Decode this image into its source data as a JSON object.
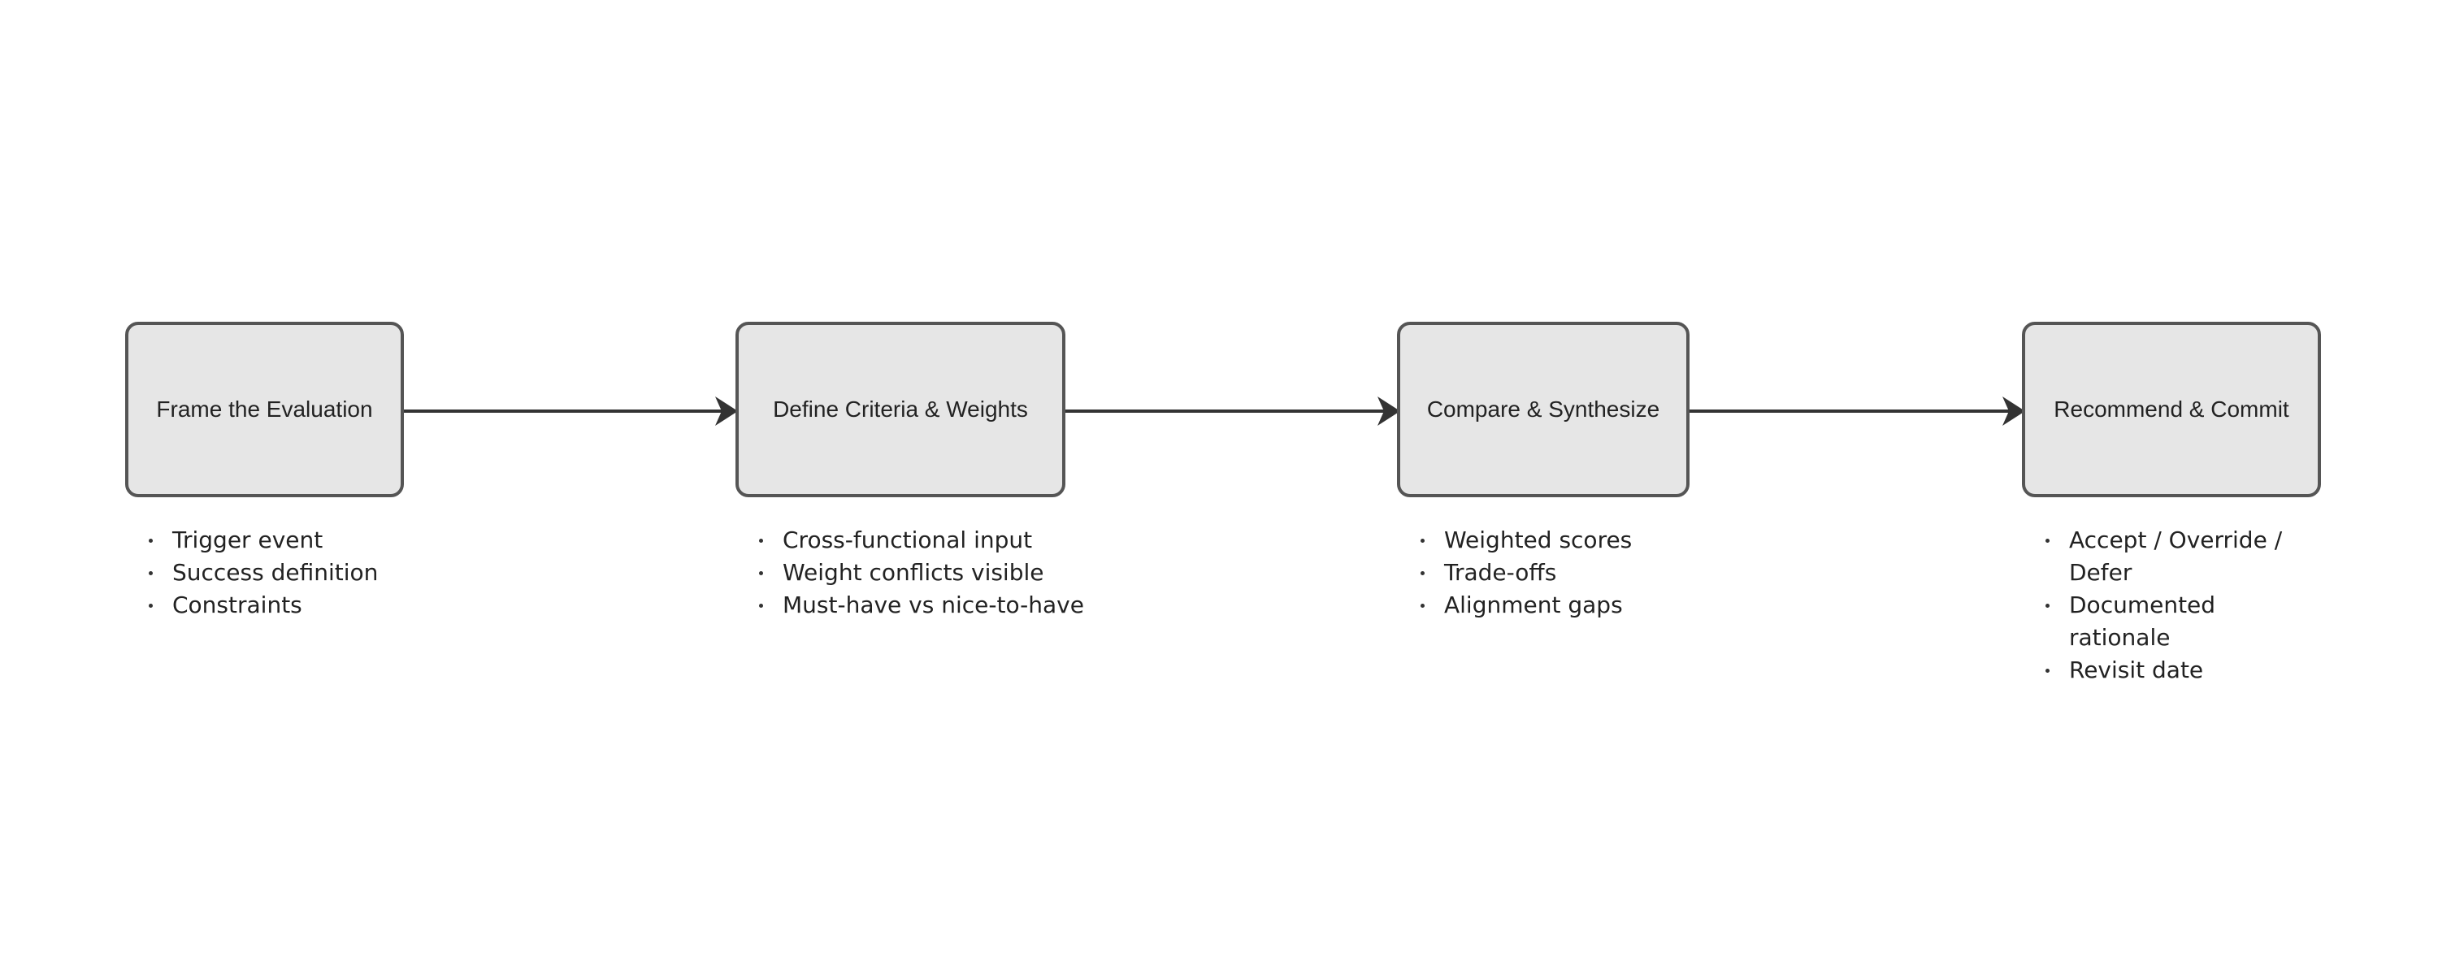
{
  "colors": {
    "box_fill": "#e6e6e6",
    "box_border": "#555555",
    "connector": "#333333",
    "text": "#222222"
  },
  "stages": [
    {
      "title": "Frame the Evaluation",
      "notes": [
        "Trigger event",
        "Success definition",
        "Constraints"
      ]
    },
    {
      "title": "Define Criteria & Weights",
      "notes": [
        "Cross-functional input",
        "Weight conflicts visible",
        "Must-have vs nice-to-have"
      ]
    },
    {
      "title": "Compare & Synthesize",
      "notes": [
        "Weighted scores",
        "Trade-offs",
        "Alignment gaps"
      ]
    },
    {
      "title": "Recommend & Commit",
      "notes": [
        "Accept / Override / Defer",
        "Documented rationale",
        "Revisit date"
      ]
    }
  ],
  "connectors": [
    {
      "from": "Frame the Evaluation",
      "to": "Define Criteria & Weights"
    },
    {
      "from": "Define Criteria & Weights",
      "to": "Compare & Synthesize"
    },
    {
      "from": "Compare & Synthesize",
      "to": "Recommend & Commit"
    }
  ]
}
